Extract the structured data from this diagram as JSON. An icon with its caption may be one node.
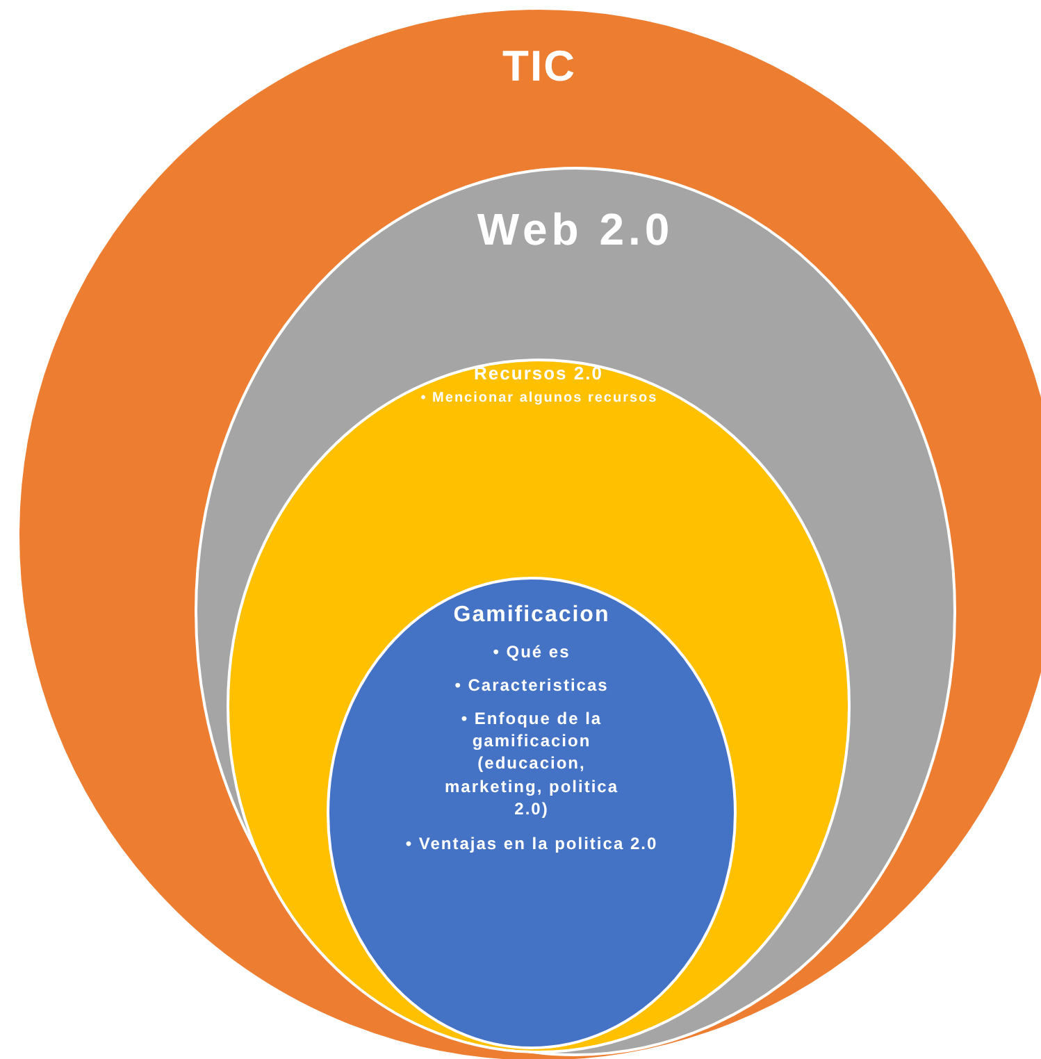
{
  "diagram": {
    "nodes": [
      {
        "text": [
          "TIC"
        ]
      },
      {
        "text": [
          "Web 2.0"
        ],
        "in": 0
      },
      {
        "text": [
          "Recursos 2.0",
          "• Mencionar algunos recursos"
        ],
        "in": 1
      },
      {
        "text": [
          "Gamificacion",
          "• Qué es",
          "• Caracteristicas",
          "• Enfoque de la gamificacion (educacion, marketing, politica 2.0)",
          "• Ventajas en la politica 2.0"
        ],
        "in": 2
      }
    ]
  }
}
